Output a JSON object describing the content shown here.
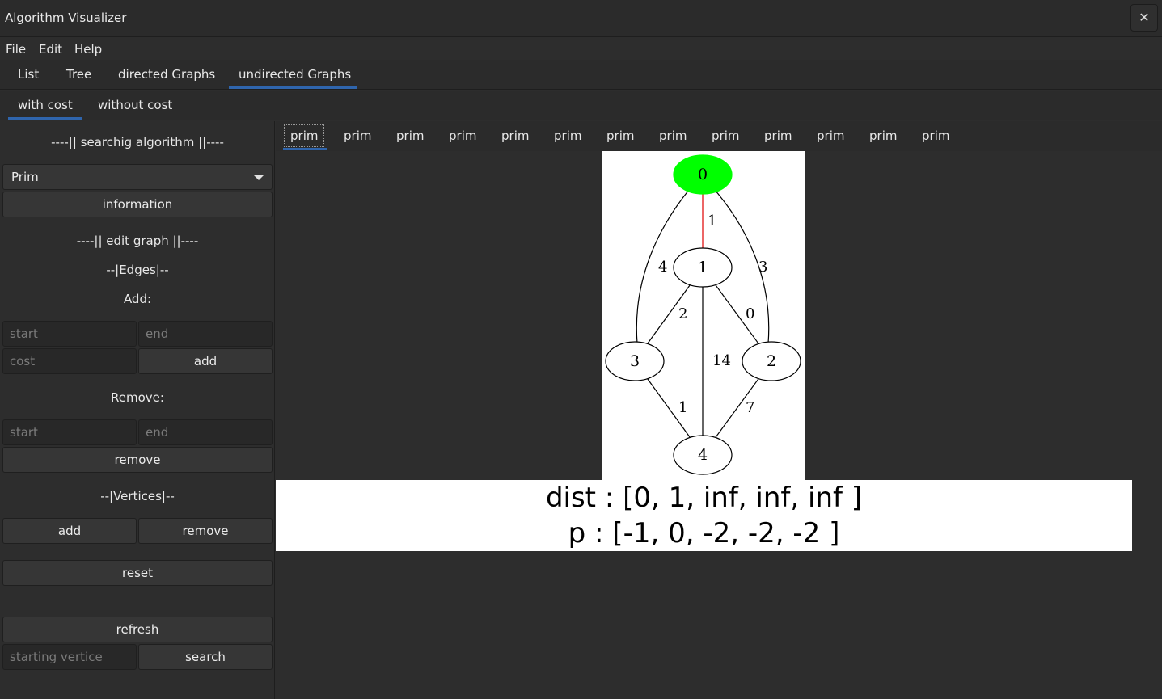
{
  "window": {
    "title": "Algorithm Visualizer",
    "close_glyph": "✕"
  },
  "menu": [
    "File",
    "Edit",
    "Help"
  ],
  "main_tabs": [
    "List",
    "Tree",
    "directed Graphs",
    "undirected Graphs"
  ],
  "main_tab_active": "undirected Graphs",
  "sub_tabs": [
    "with cost",
    "without cost"
  ],
  "sub_tab_active": "with cost",
  "sidebar": {
    "search_header": "----|| searchig algorithm ||----",
    "algorithm_selected": "Prim",
    "information_label": "information",
    "edit_header": "----|| edit graph ||----",
    "edges_header": "--|Edges|--",
    "add_label": "Add:",
    "add_start_placeholder": "start",
    "add_end_placeholder": "end",
    "add_cost_placeholder": "cost",
    "add_button": "add",
    "remove_label": "Remove:",
    "remove_start_placeholder": "start",
    "remove_end_placeholder": "end",
    "remove_button": "remove",
    "vertices_header": "--|Vertices|--",
    "vertex_add_button": "add",
    "vertex_remove_button": "remove",
    "reset_button": "reset",
    "refresh_button": "refresh",
    "starting_vertex_placeholder": "starting vertice",
    "search_button": "search"
  },
  "step_tabs": [
    "prim",
    "prim",
    "prim",
    "prim",
    "prim",
    "prim",
    "prim",
    "prim",
    "prim",
    "prim",
    "prim",
    "prim",
    "prim"
  ],
  "step_tab_active_index": 0,
  "graph": {
    "nodes": [
      "0",
      "1",
      "2",
      "3",
      "4"
    ],
    "highlighted_node": "0",
    "highlight_color": "#00ff00",
    "edges": [
      {
        "from": "0",
        "to": "1",
        "cost": "1",
        "highlighted": true
      },
      {
        "from": "0",
        "to": "3",
        "cost": "4",
        "highlighted": false
      },
      {
        "from": "0",
        "to": "2",
        "cost": "3",
        "highlighted": false
      },
      {
        "from": "1",
        "to": "3",
        "cost": "2",
        "highlighted": false
      },
      {
        "from": "1",
        "to": "2",
        "cost": "0",
        "highlighted": false
      },
      {
        "from": "1",
        "to": "4",
        "cost": "14",
        "highlighted": false
      },
      {
        "from": "3",
        "to": "4",
        "cost": "1",
        "highlighted": false
      },
      {
        "from": "2",
        "to": "4",
        "cost": "7",
        "highlighted": false
      }
    ],
    "edge_highlight_color": "#e00000"
  },
  "result": {
    "dist": "dist : [0, 1, inf, inf, inf ]",
    "p": "p : [-1, 0, -2, -2, -2 ]"
  },
  "colors": {
    "accent": "#2f65ad",
    "background": "#2d2d2d"
  }
}
